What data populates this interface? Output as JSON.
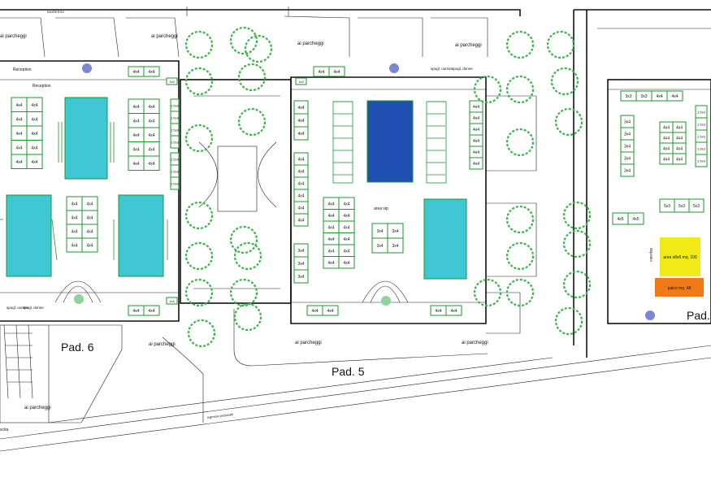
{
  "pavilions": {
    "pad6": "Pad. 6",
    "pad5": "Pad. 5",
    "pad_right": "Pad."
  },
  "labels": {
    "ingresso": "INGRESSO",
    "reception": "Reception",
    "reception2": "Reception",
    "parking": "ai parcheggi",
    "spogl_uomini": "spogl. uomini",
    "spogl_donne": "spogl. donne",
    "area_vip": "area vip",
    "ingresso_pedonale": "ingresso pedonale",
    "deposito": "deposito",
    "area_rect": "area x8x6 mq. 100",
    "palco": "palco mq. 48",
    "uscita": "scita"
  },
  "stand_sizes": {
    "s4x4": "4x4",
    "s3x4": "3x4",
    "s3x6": "3x6",
    "s1x4": "1x4",
    "s15x3": "1.5x3",
    "s3x3": "3x3",
    "s4x5": "4x5",
    "s5x3": "5x3"
  },
  "colors": {
    "court_cyan": "#3fc7d3",
    "court_blue": "#1f4fb0",
    "stand_green": "#1a9a2a",
    "tree_green": "#39b54a",
    "area_yellow": "#f2ea17",
    "palco_orange": "#f07a1a",
    "marker_blue": "#7a86d6",
    "marker_green": "#8fd49a"
  }
}
